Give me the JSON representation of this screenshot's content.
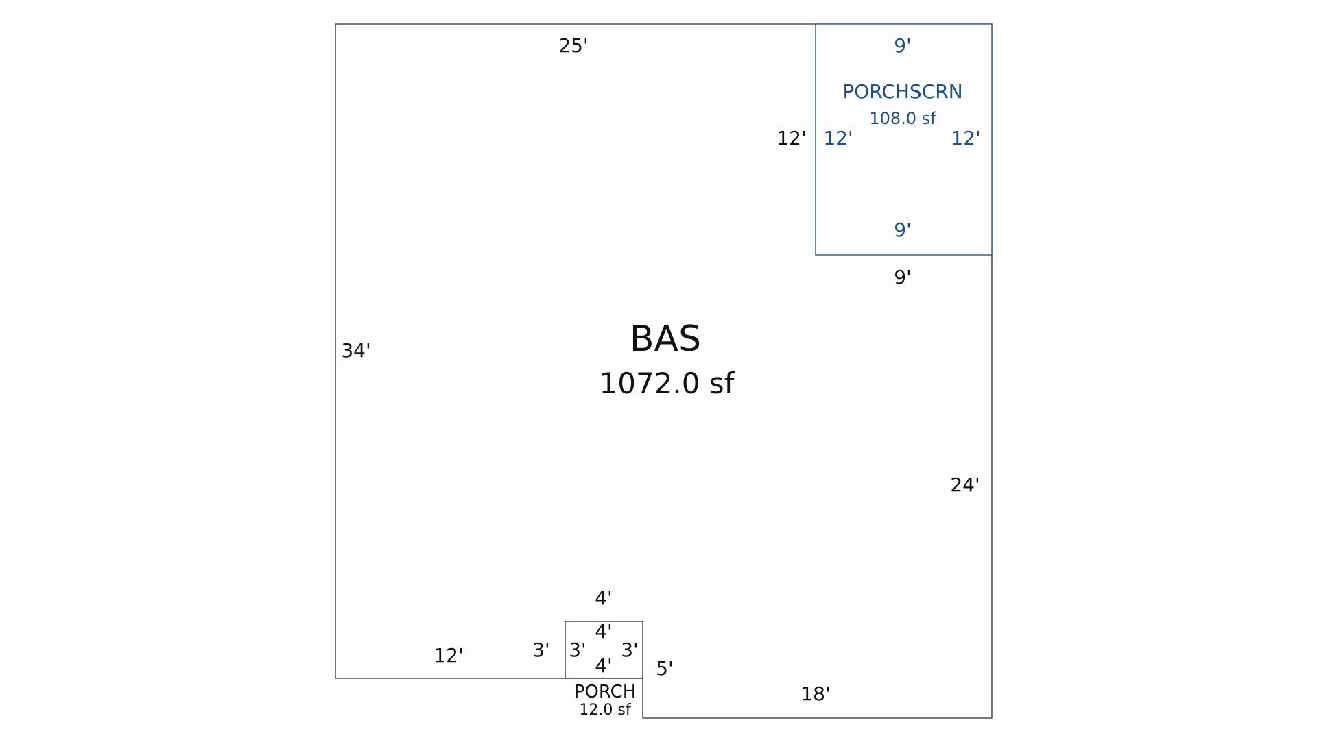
{
  "bas": {
    "name": "BAS",
    "area": "1072.0 sf",
    "dims": {
      "top": "25'",
      "left": "34'",
      "right": "24'",
      "bottom_left": "12'",
      "bottom_right": "18'",
      "notch_step": "5'",
      "scrn_side": "12'",
      "scrn_bottom": "9'",
      "porch_top": "4'",
      "porch_side": "3'"
    }
  },
  "porchscrn": {
    "name": "PORCHSCRN",
    "area": "108.0 sf",
    "dims": {
      "top": "9'",
      "bottom": "9'",
      "left": "12'",
      "right": "12'"
    }
  },
  "porch": {
    "name": "PORCH",
    "area": "12.0 sf",
    "dims": {
      "top": "4'",
      "bottom": "4'",
      "left": "3'",
      "right": "3'"
    }
  }
}
